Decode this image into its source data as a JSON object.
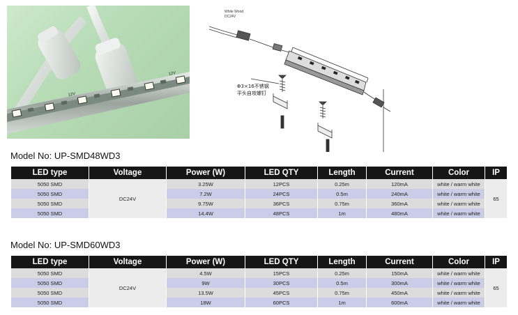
{
  "photo": {
    "label_12v_a": "12V",
    "label_12v_b": "12V"
  },
  "diagram": {
    "wire_label_1": "White Wood",
    "wire_label_2": "DC24V",
    "screw_note_1": "Φ3×16不锈钢",
    "screw_note_2": "平头自攻螺钉"
  },
  "headers": [
    "LED type",
    "Voltage",
    "Power (W)",
    "LED QTY",
    "Length",
    "Current",
    "Color",
    "IP"
  ],
  "tables": [
    {
      "model_prefix": "Model No:",
      "model": "UP-SMD48WD3",
      "voltage": "DC24V",
      "ip": "65",
      "rows": [
        {
          "led_type": "5050 SMD",
          "power": "3.25W",
          "qty": "12PCS",
          "length": "0.25m",
          "current": "120mA",
          "color": "white / warm white"
        },
        {
          "led_type": "5050 SMD",
          "power": "7.2W",
          "qty": "24PCS",
          "length": "0.5m",
          "current": "240mA",
          "color": "white / warm white"
        },
        {
          "led_type": "5050 SMD",
          "power": "9.75W",
          "qty": "36PCS",
          "length": "0.75m",
          "current": "360mA",
          "color": "white / warm white"
        },
        {
          "led_type": "5050 SMD",
          "power": "14.4W",
          "qty": "48PCS",
          "length": "1m",
          "current": "480mA",
          "color": "white / warm white"
        }
      ]
    },
    {
      "model_prefix": "Model No:",
      "model": "UP-SMD60WD3",
      "voltage": "DC24V",
      "ip": "65",
      "rows": [
        {
          "led_type": "5050 SMD",
          "power": "4.5W",
          "qty": "15PCS",
          "length": "0.25m",
          "current": "150mA",
          "color": "white / warm white"
        },
        {
          "led_type": "5050 SMD",
          "power": "9W",
          "qty": "30PCS",
          "length": "0.5m",
          "current": "300mA",
          "color": "white / warm white"
        },
        {
          "led_type": "5050 SMD",
          "power": "13.5W",
          "qty": "45PCS",
          "length": "0.75m",
          "current": "450mA",
          "color": "white / warm white"
        },
        {
          "led_type": "5050 SMD",
          "power": "18W",
          "qty": "60PCS",
          "length": "1m",
          "current": "600mA",
          "color": "white / warm white"
        }
      ]
    }
  ],
  "colors": {
    "header_bg": "#161616",
    "row_gray": "#dcdcdc",
    "row_blue": "#c9cde8"
  }
}
